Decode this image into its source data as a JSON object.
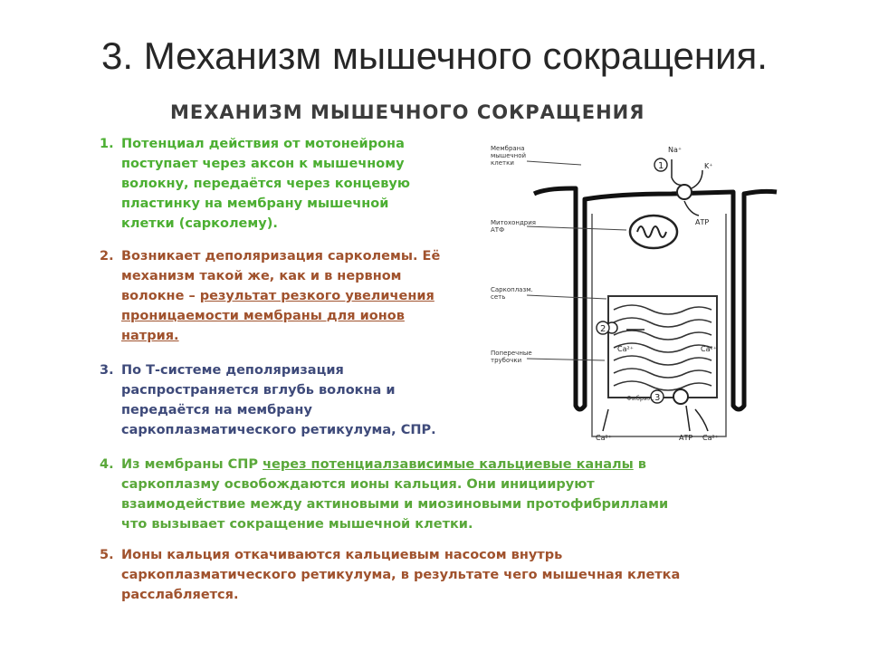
{
  "slide": {
    "title": "3. Механизм мышечного сокращения."
  },
  "figure": {
    "heading": "МЕХАНИЗМ МЫШЕЧНОГО СОКРАЩЕНИЯ",
    "steps": [
      {
        "num": "1.",
        "lines": [
          "Потенциал действия от мотонейрона",
          "поступает через аксон к мышечному",
          "волокну, передаётся через концевую",
          "пластинку на мембрану мышечной",
          "клетки (сарколему)."
        ]
      },
      {
        "num": "2.",
        "line1": "Возникает деполяризация сарколемы. Её",
        "line2": "механизм такой же, как и в нервном",
        "line3_plain": "волокне – ",
        "line3_underlined": "результат резкого увеличения",
        "line4_underlined": "проницаемости мембраны для ионов",
        "line5_underlined": "натрия."
      },
      {
        "num": "3.",
        "lines": [
          "По Т-системе деполяризация",
          "распространяется вглубь волокна и",
          "передаётся на мембрану",
          "саркоплазматического ретикулума, СПР."
        ]
      },
      {
        "num": "4.",
        "line1_plain": "Из мембраны СПР ",
        "line1_underlined": "через потенциалзависимые кальциевые каналы",
        "line1_end": " в",
        "line2": "саркоплазму освобождаются ионы кальция.   Они инициируют",
        "line3": "взаимодействие между актиновыми и миозиновыми протофибриллами",
        "line4": "что вызывает сокращение мышечной клетки."
      },
      {
        "num": "5.",
        "lines": [
          "Ионы кальция откачиваются кальциевым насосом внутрь",
          "саркоплазматического ретикулума, в результате чего мышечная клетка",
          "расслабляется."
        ]
      }
    ],
    "diagram": {
      "labels": {
        "membrane": [
          "Мембрана",
          "мышечной",
          "клетки"
        ],
        "mitochondrion": [
          "Митохондрия",
          "АТФ"
        ],
        "sr": [
          "Саркоплазм.",
          "сеть"
        ],
        "tubules": [
          "Поперечные",
          "трубочки"
        ],
        "fibers": "Фибрил."
      },
      "ions": {
        "na": "Na⁺",
        "k": "K⁺",
        "atp_top": "АТР",
        "ca_left": "Ca²⁺",
        "ca_right": "Ca²⁺",
        "ca_bottom": "Ca²⁺",
        "atp_bottom": "АТР",
        "ca_bottom2": "Ca²⁺"
      },
      "markers": [
        "1",
        "2",
        "3"
      ]
    }
  }
}
